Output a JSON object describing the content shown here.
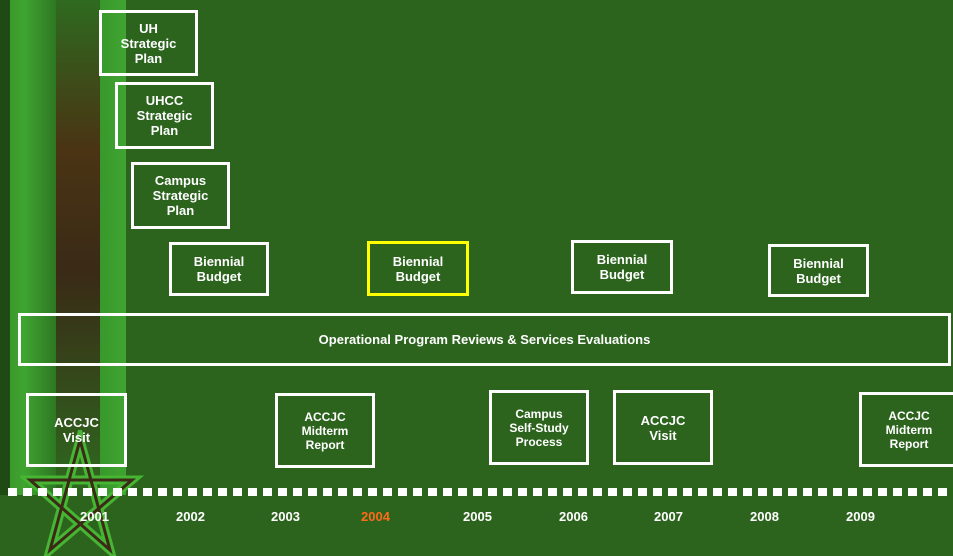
{
  "planning_boxes": [
    {
      "label": "UH\nStrategic\nPlan"
    },
    {
      "label": "UHCC\nStrategic\nPlan"
    },
    {
      "label": "Campus\nStrategic\nPlan"
    }
  ],
  "budget_boxes": [
    {
      "label": "Biennial\nBudget",
      "highlight": false
    },
    {
      "label": "Biennial\nBudget",
      "highlight": true
    },
    {
      "label": "Biennial\nBudget",
      "highlight": false
    },
    {
      "label": "Biennial\nBudget",
      "highlight": false
    }
  ],
  "review_bar": {
    "label": "Operational Program Reviews & Services Evaluations"
  },
  "accreditation_boxes": [
    {
      "label": "ACCJC\nVisit"
    },
    {
      "label": "ACCJC\nMidterm\nReport"
    },
    {
      "label": "Campus\nSelf-Study\nProcess"
    },
    {
      "label": "ACCJC\nVisit"
    },
    {
      "label": "ACCJC\nMidterm\nReport"
    }
  ],
  "years": [
    "2001",
    "2002",
    "2003",
    "2004",
    "2005",
    "2006",
    "2007",
    "2008",
    "2009"
  ],
  "current_year": "2004",
  "colors": {
    "background": "#2c641e",
    "highlight_box": "#ffff00",
    "highlight_year": "#ff6a1a",
    "band_light": "#3ea12f",
    "band_dark": "#3a2a16"
  }
}
